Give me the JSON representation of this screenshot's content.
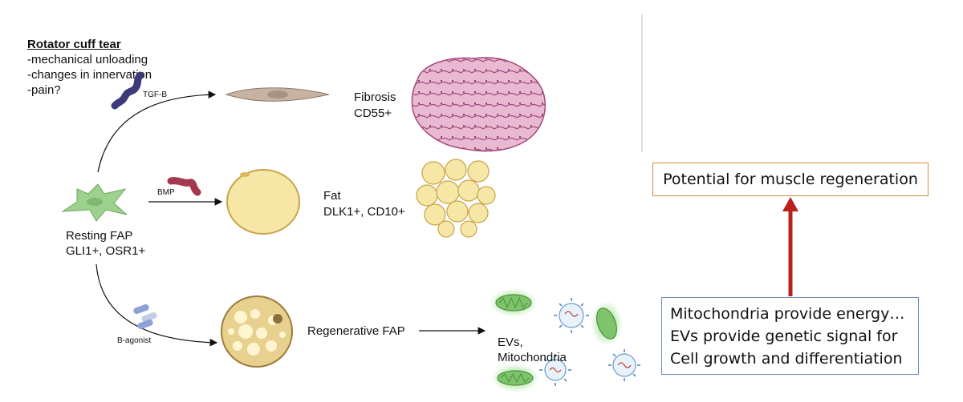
{
  "cause": {
    "title": "Rotator cuff tear",
    "items": [
      "-mechanical unloading",
      "-changes in innervation",
      "-pain?"
    ]
  },
  "signals": {
    "tgfb": "TGF-B",
    "bmp": "BMP",
    "bagonist": "B-agonist"
  },
  "fibrosis": {
    "name": "Fibrosis",
    "marker": "CD55+"
  },
  "fat": {
    "name": "Fat",
    "marker": "DLK1+, CD10+"
  },
  "resting": {
    "name": "Resting FAP",
    "marker": "GLI1+, OSR1+"
  },
  "regenerative": {
    "name": "Regenerative FAP"
  },
  "evs": {
    "line1": "EVs,",
    "line2": "Mitochondria"
  },
  "regen_box": {
    "text": "Potential for muscle regeneration"
  },
  "mito_box": {
    "lines": [
      "Mitochondria provide energy…",
      "EVs provide genetic signal for",
      "Cell growth and differentiation"
    ]
  },
  "colors": {
    "fibroblast": "#c8b3a3",
    "fap": "#9cd18e",
    "adipocyte": "#f6e7a6",
    "arrow": "#b8211c",
    "orange_border": "#d98a3a",
    "blue_border": "#6c8bbf",
    "mito": "#7ec46a",
    "tgfb_protein": "#3d3a7a",
    "bmp_protein": "#a3384e"
  }
}
